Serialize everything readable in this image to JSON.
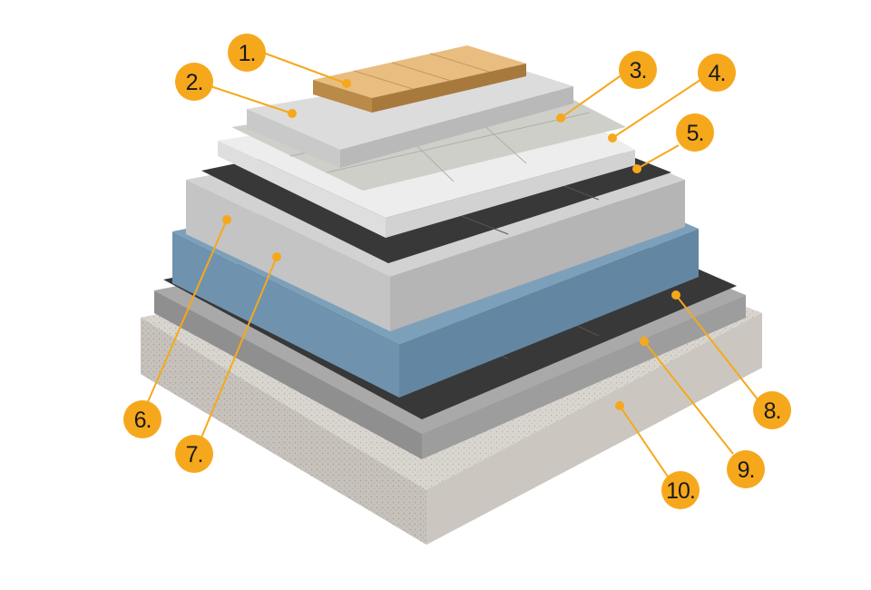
{
  "colors": {
    "badge": "#f6a81c",
    "leader": "#f6a81c",
    "label_text": "#1a1a1a",
    "wood_top": "#e9bd80",
    "wood_side": "#a8793c",
    "slab_top": "#dcdcdc",
    "slab_side": "#b9b9b9",
    "tile_top": "#cfcfca",
    "membrane_top": "#e9e9e9",
    "dark_sheet": "#383838",
    "insulation_top": "#d2d2d2",
    "insulation_side": "#b8b8b8",
    "blue_board": "#6f93ae",
    "grey_board": "#a8a8a8",
    "concrete": "#d9d6d0"
  },
  "labels": [
    {
      "id": "1",
      "text": "1."
    },
    {
      "id": "2",
      "text": "2."
    },
    {
      "id": "3",
      "text": "3."
    },
    {
      "id": "4",
      "text": "4."
    },
    {
      "id": "5",
      "text": "5."
    },
    {
      "id": "6",
      "text": "6."
    },
    {
      "id": "7",
      "text": "7."
    },
    {
      "id": "8",
      "text": "8."
    },
    {
      "id": "9",
      "text": "9."
    },
    {
      "id": "10",
      "text": "10."
    }
  ]
}
